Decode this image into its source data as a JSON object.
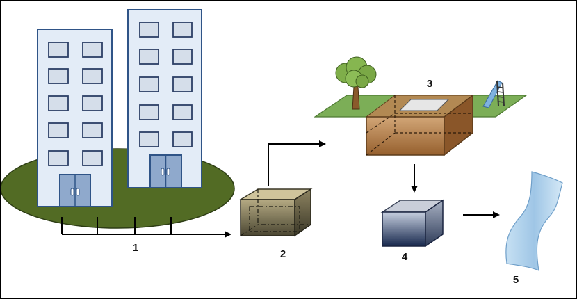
{
  "steps": [
    {
      "label": "1",
      "name": "buildings-and-drainage-pipes"
    },
    {
      "label": "2",
      "name": "collection-tank"
    },
    {
      "label": "3",
      "name": "underground-storage-under-park"
    },
    {
      "label": "4",
      "name": "treatment-unit"
    },
    {
      "label": "5",
      "name": "discharge-water"
    }
  ],
  "colors": {
    "lawn_dark": "#526b24",
    "grass": "#7cae57",
    "soil": "#a9713f",
    "building_face": "#e3ecf7",
    "building_edge": "#2f5487",
    "window_fill": "#d5deea",
    "tank2_top": "#cfc49b",
    "tank4_top": "#c9ced9",
    "tank4_front_bottom": "#17284d",
    "water": "#a9cde9"
  }
}
